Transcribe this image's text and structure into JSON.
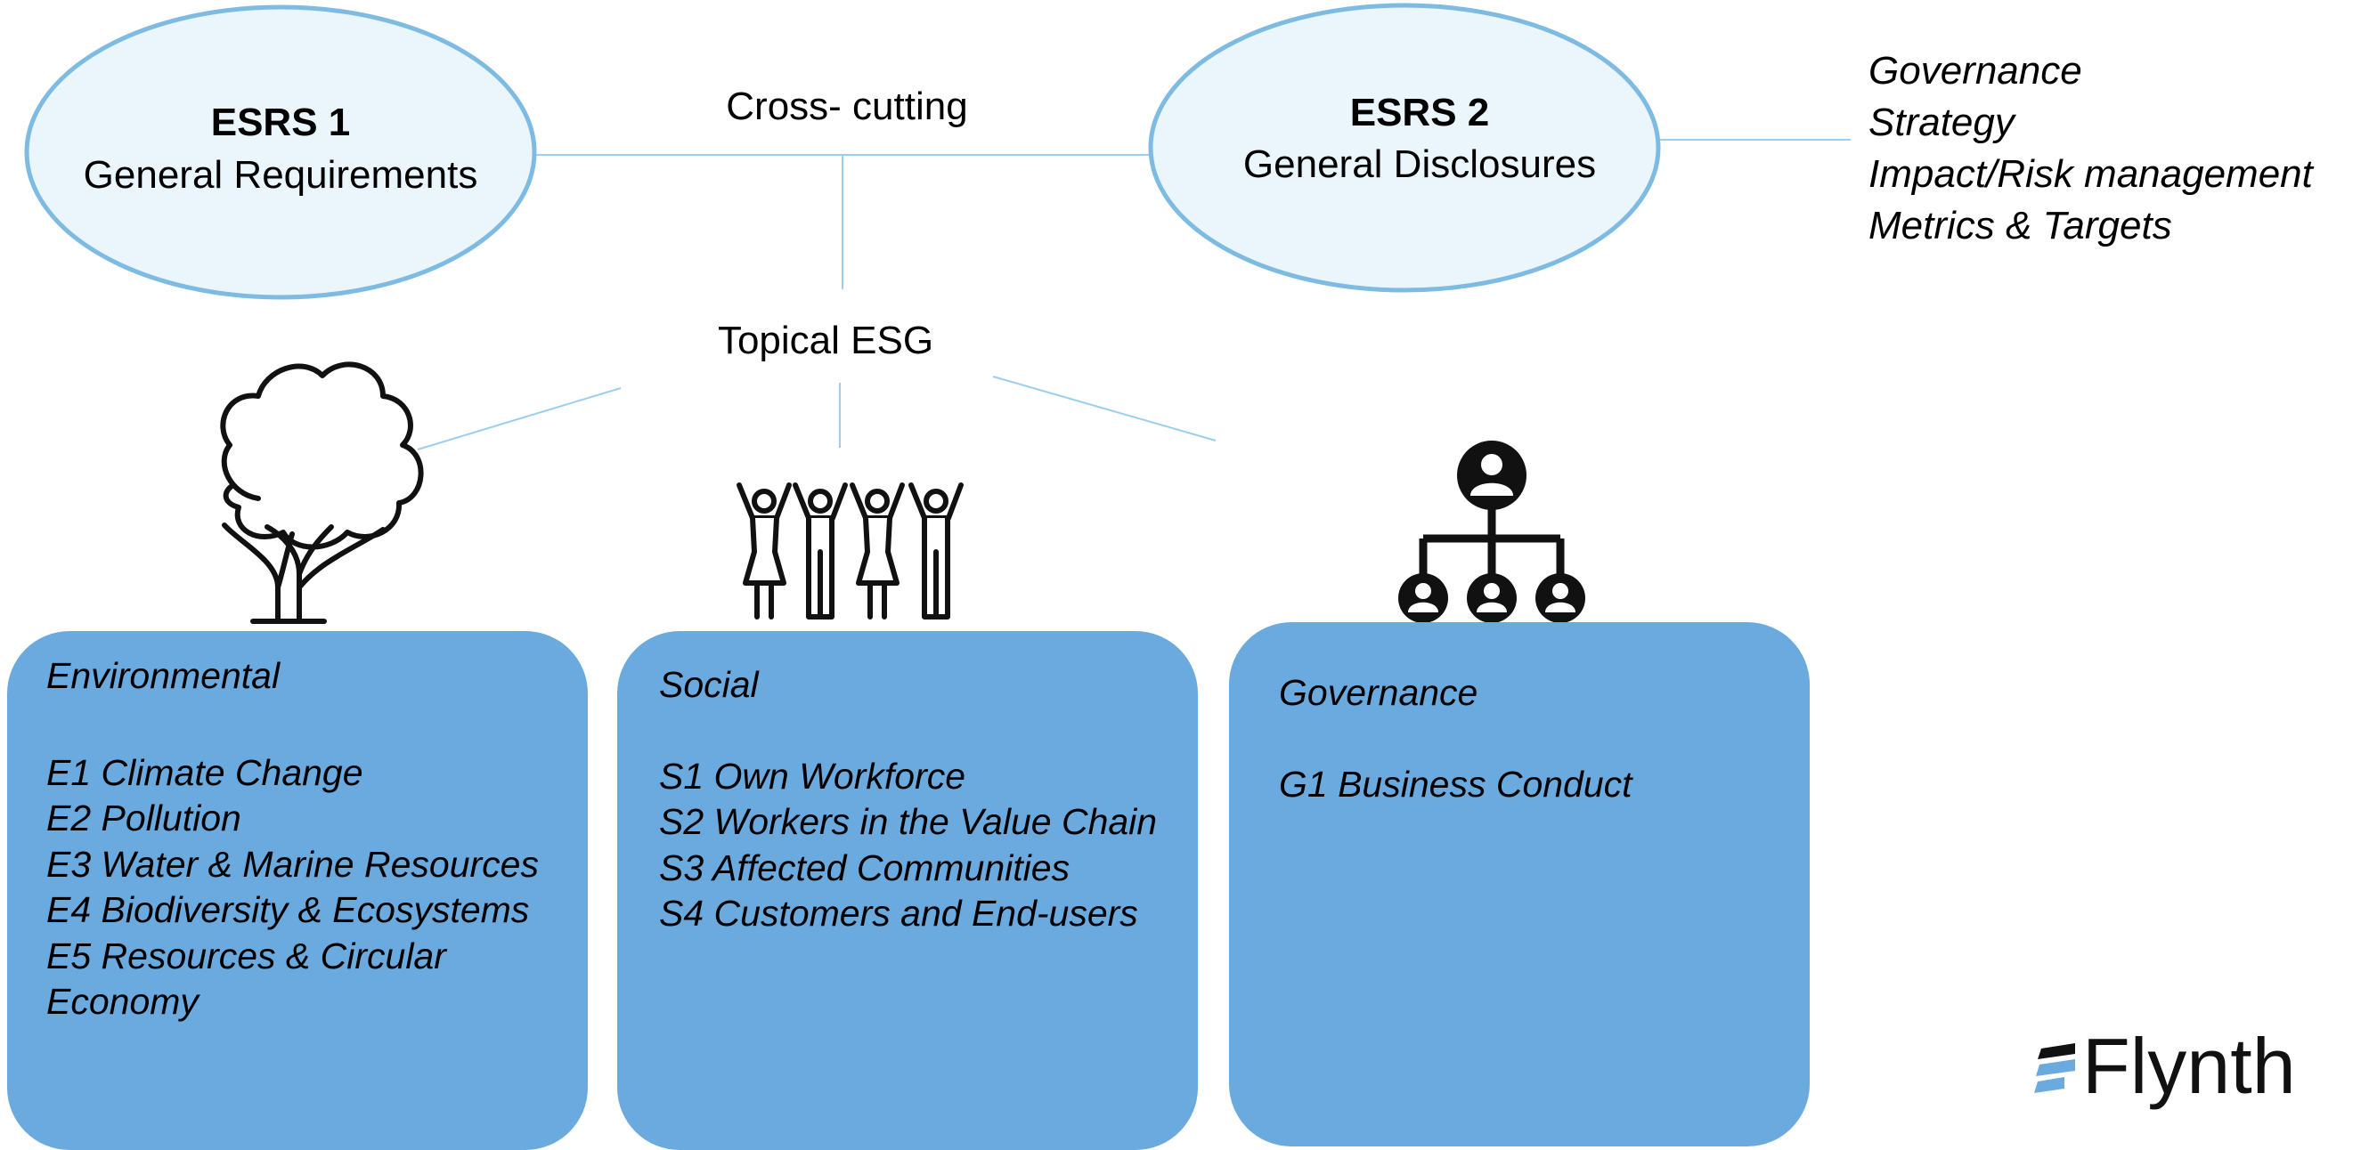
{
  "colors": {
    "ellipse_fill": "#eaf5fc",
    "ellipse_stroke": "#7dbbe3",
    "connector": "#9ccfee",
    "box_fill": "#6aaade",
    "icon": "#111111",
    "logo_accent": "#6aaade"
  },
  "esrs1": {
    "title": "ESRS 1",
    "subtitle": "General Requirements"
  },
  "esrs2": {
    "title": "ESRS 2",
    "subtitle": "General Disclosures"
  },
  "labels": {
    "cross_cutting": "Cross- cutting",
    "topical": "Topical ESG"
  },
  "esrs2_topics": [
    "Governance",
    "Strategy",
    "Impact/Risk management",
    "Metrics & Targets"
  ],
  "boxes": [
    {
      "key": "environmental",
      "heading": "Environmental",
      "icon": "tree-icon",
      "items": [
        "E1 Climate Change",
        "E2 Pollution",
        "E3 Water & Marine Resources",
        "E4 Biodiversity & Ecosystems",
        "E5 Resources & Circular",
        "Economy"
      ]
    },
    {
      "key": "social",
      "heading": "Social",
      "icon": "people-icon",
      "items": [
        "S1 Own Workforce",
        "S2 Workers in the Value Chain",
        "S3 Affected Communities",
        "S4 Customers and End-users"
      ]
    },
    {
      "key": "governance",
      "heading": "Governance",
      "icon": "org-chart-icon",
      "items": [
        "G1 Business Conduct"
      ]
    }
  ],
  "logo": {
    "text": "Flynth"
  }
}
